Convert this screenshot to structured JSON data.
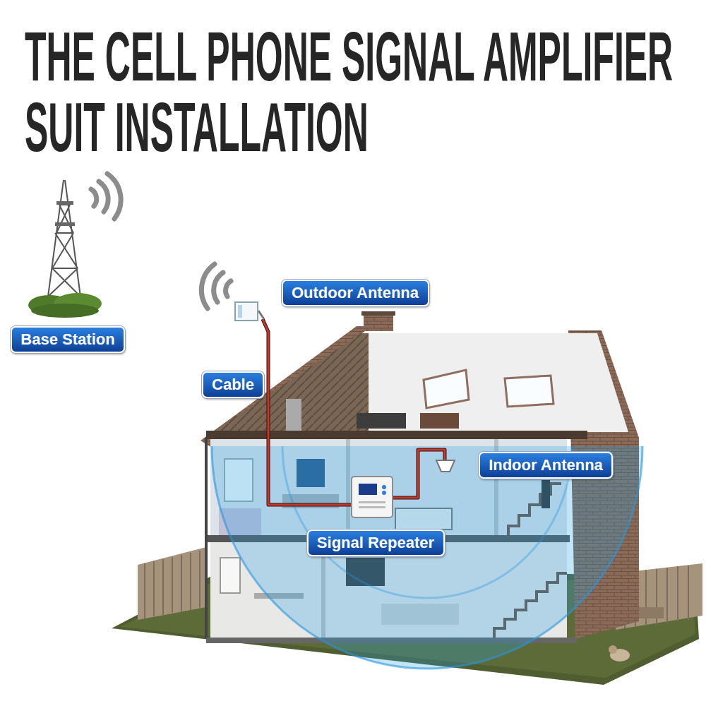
{
  "diagram": {
    "title": "THE CELL PHONE SIGNAL AMPLIFIER SUIT INSTALLATION",
    "nodes": [
      {
        "text": [
          "Outdoor Antenna"
        ]
      },
      {
        "text": [
          "Base Station"
        ]
      },
      {
        "text": [
          "Cable"
        ]
      },
      {
        "text": [
          "Indoor Antenna"
        ]
      },
      {
        "text": [
          "Signal Repeater"
        ]
      }
    ]
  }
}
